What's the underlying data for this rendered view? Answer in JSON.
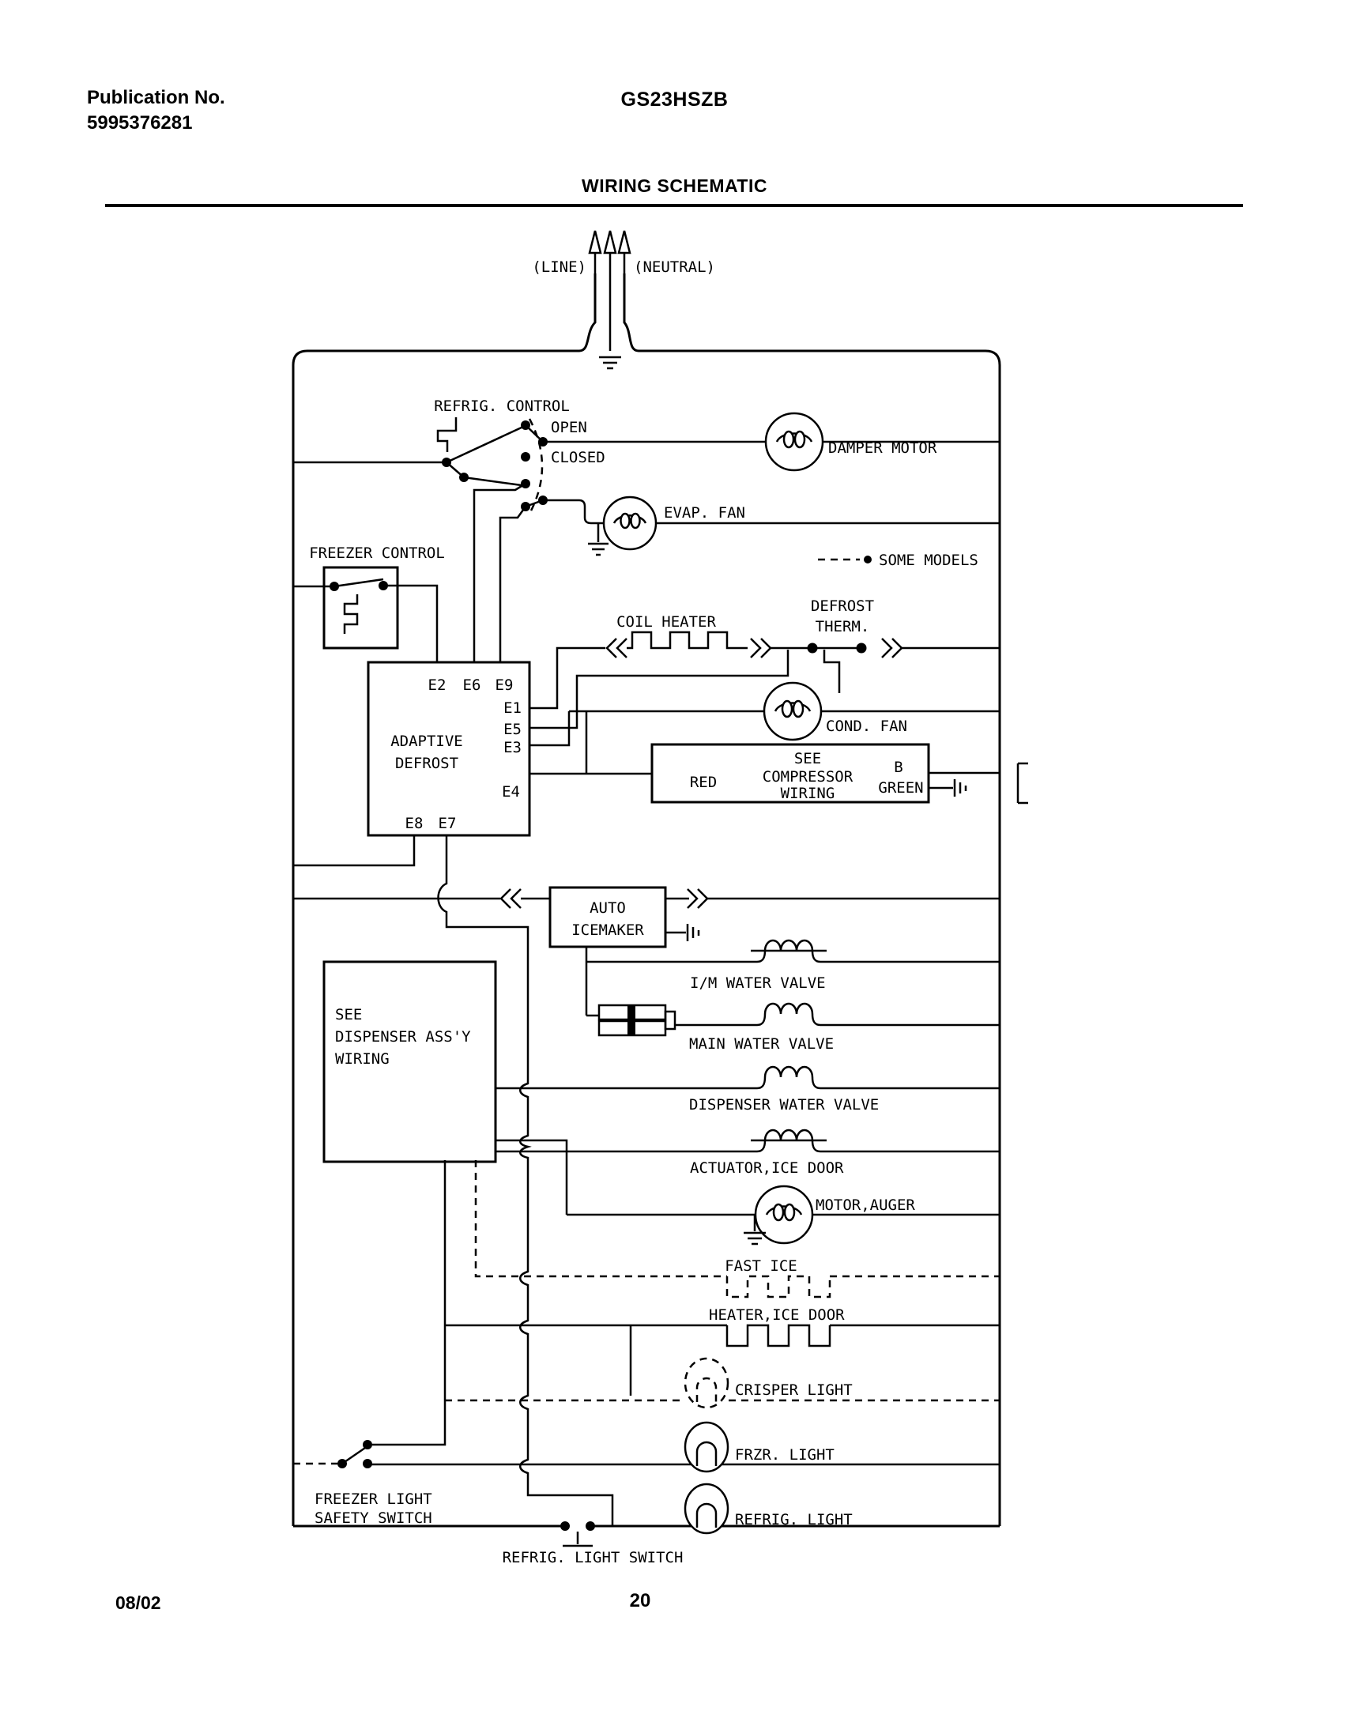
{
  "header": {
    "publication_label": "Publication No.",
    "publication_number": "5995376281",
    "model": "GS23HSZB",
    "title": "WIRING SCHEMATIC"
  },
  "footer": {
    "date": "08/02",
    "page": "20"
  },
  "colors": {
    "ink": "#000000",
    "paper": "#ffffff"
  },
  "schematic": {
    "power": {
      "line": "(LINE)",
      "neutral": "(NEUTRAL)"
    },
    "legend": {
      "some_models": "SOME MODELS"
    },
    "refrig_control": {
      "label": "REFRIG. CONTROL",
      "open": "OPEN",
      "closed": "CLOSED"
    },
    "damper_motor": "DAMPER MOTOR",
    "evap_fan": "EVAP. FAN",
    "freezer_control": "FREEZER CONTROL",
    "coil_heater": "COIL HEATER",
    "defrost_therm": {
      "line1": "DEFROST",
      "line2": "THERM."
    },
    "adaptive_defrost": {
      "line1": "ADAPTIVE",
      "line2": "DEFROST",
      "e2": "E2",
      "e6": "E6",
      "e9": "E9",
      "e1": "E1",
      "e5": "E5",
      "e3": "E3",
      "e4": "E4",
      "e8": "E8",
      "e7": "E7"
    },
    "cond_fan": "COND. FAN",
    "compressor_box": {
      "line1": "SEE",
      "line2": "COMPRESSOR",
      "line3": "WIRING",
      "red": "RED",
      "b": "B",
      "green": "GREEN"
    },
    "icemaker_box": {
      "line1": "AUTO",
      "line2": "ICEMAKER"
    },
    "dispenser_box": {
      "line1": "SEE",
      "line2": "DISPENSER ASS'Y",
      "line3": "WIRING"
    },
    "im_water_valve": "I/M WATER VALVE",
    "main_water_valve": "MAIN WATER VALVE",
    "dispenser_water_valve": "DISPENSER WATER VALVE",
    "actuator_ice_door": "ACTUATOR,ICE DOOR",
    "motor_auger": "MOTOR,AUGER",
    "fast_ice": "FAST ICE",
    "heater_ice_door": "HEATER,ICE DOOR",
    "crisper_light": "CRISPER LIGHT",
    "frzr_light": "FRZR. LIGHT",
    "refrig_light": "REFRIG. LIGHT",
    "freezer_safety": {
      "line1": "FREEZER LIGHT",
      "line2": "SAFETY SWITCH"
    },
    "refrig_light_switch": "REFRIG. LIGHT SWITCH"
  }
}
